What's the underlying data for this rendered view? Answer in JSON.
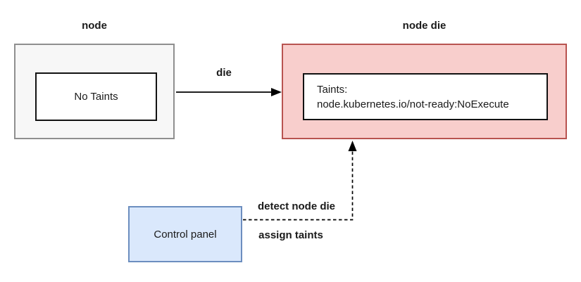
{
  "diagram": {
    "nodes": {
      "node": {
        "title": "node",
        "taints_label": "No Taints",
        "fill": "#f7f7f7",
        "border_color": "#8f8f8f"
      },
      "node_die": {
        "title": "node die",
        "taints_line1": "Taints:",
        "taints_line2": "node.kubernetes.io/not-ready:NoExecute",
        "fill": "#f8cecc",
        "border_color": "#b85450"
      },
      "control_panel": {
        "label": "Control panel",
        "fill": "#dae8fc",
        "border_color": "#6c8ebf"
      }
    },
    "edges": {
      "die": {
        "label": "die",
        "style": "solid",
        "color": "#000000"
      },
      "control": {
        "label_above": "detect node die",
        "label_below": "assign taints",
        "style": "dashed",
        "color": "#000000"
      }
    }
  }
}
